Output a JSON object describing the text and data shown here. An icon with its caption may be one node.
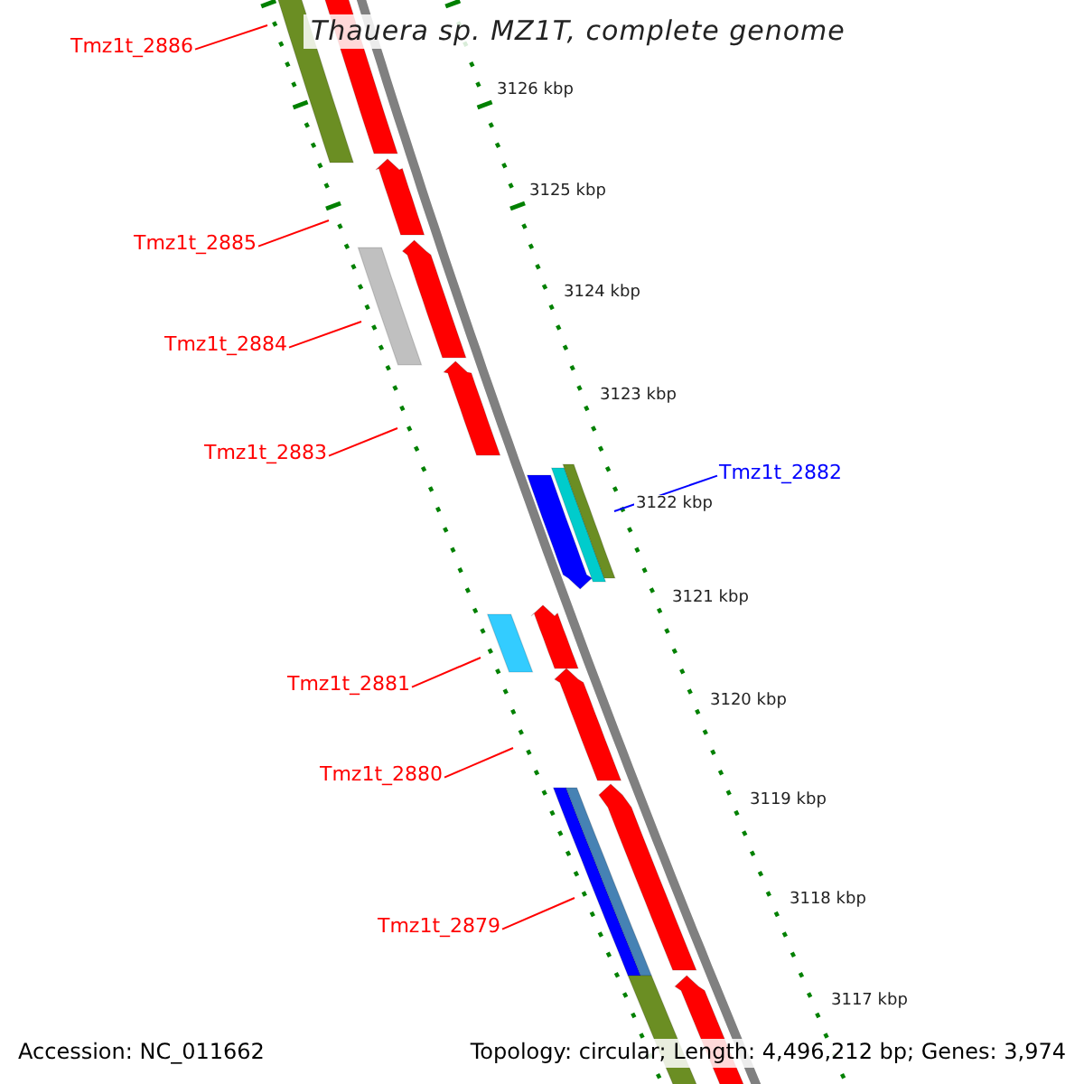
{
  "diagram": {
    "title": "Thauera sp. MZ1T, complete genome",
    "nodes": [
      {
        "text": [
          "Tmz1t_2886"
        ]
      },
      {
        "text": [
          "Tmz1t_2885"
        ]
      },
      {
        "text": [
          "Tmz1t_2884"
        ]
      },
      {
        "text": [
          "Tmz1t_2883"
        ]
      },
      {
        "text": [
          "Tmz1t_2882"
        ]
      },
      {
        "text": [
          "Tmz1t_2881"
        ]
      },
      {
        "text": [
          "Tmz1t_2880"
        ]
      },
      {
        "text": [
          "Tmz1t_2879"
        ]
      }
    ],
    "edges": [
      {
        "from": 0,
        "to": null,
        "arrow": "none"
      },
      {
        "from": 1,
        "to": null,
        "arrow": "none"
      },
      {
        "from": 2,
        "to": null,
        "arrow": "none"
      },
      {
        "from": 3,
        "to": null,
        "arrow": "none"
      },
      {
        "from": 4,
        "to": null,
        "arrow": "none",
        "color": "#0000ff"
      },
      {
        "from": 5,
        "to": null,
        "arrow": "none"
      },
      {
        "from": 6,
        "to": null,
        "arrow": "none"
      },
      {
        "from": 7,
        "to": null,
        "arrow": "none"
      }
    ],
    "labels": [
      "3126 kbp",
      "3125 kbp",
      "3124 kbp",
      "3123 kbp",
      "3122 kbp",
      "3121 kbp",
      "3120 kbp",
      "3119 kbp",
      "3118 kbp",
      "3117 kbp",
      "Accession: NC_011662",
      "Topology: circular; Length: 4,496,212 bp; Genes: 3,974"
    ]
  }
}
